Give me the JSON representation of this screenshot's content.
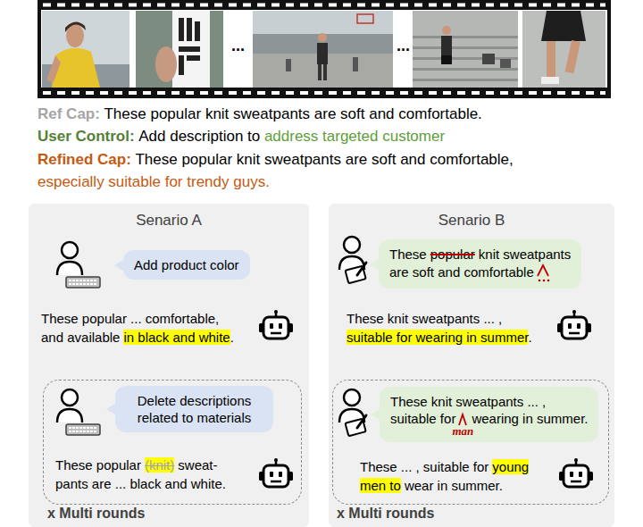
{
  "diagram": {
    "nodes": [
      {
        "text": [
          "Senario A"
        ]
      },
      {
        "text": [
          "Add product color"
        ],
        "in": 0
      },
      {
        "text": [
          "x Multi rounds"
        ],
        "in": 0
      },
      {
        "text": [
          "Delete descriptions related to materials"
        ],
        "in": 2
      },
      {
        "text": [
          "Senario B"
        ]
      },
      {
        "text": [
          "These",
          "popular",
          "knit sweatpants",
          "are soft and comfortable"
        ],
        "in": 4
      },
      {
        "text": [
          "x Multi rounds"
        ],
        "in": 4
      },
      {
        "text": [
          "These knit sweatpants ... ,",
          "suitable for",
          "man",
          "wearing in summer."
        ],
        "in": 6
      }
    ],
    "labels": [
      "Ref Cap:",
      "These popular knit sweatpants are soft and comfortable.",
      "User Control:",
      "Add description to",
      "address targeted customer",
      "Refined Cap:",
      "These popular knit sweatpants are soft and comfortable,",
      "especially suitable for trendy guys.",
      "...",
      "...",
      "These popular ... comfortable,",
      "and available",
      "in black and white",
      ".",
      "These popular",
      "(knit)",
      "sweat-",
      "pants are ... black and white.",
      "These knit sweatpants ... ,",
      "suitable for wearing in summer",
      ".",
      "These ... , suitable for",
      "young",
      "men to",
      "wear in summer."
    ]
  }
}
